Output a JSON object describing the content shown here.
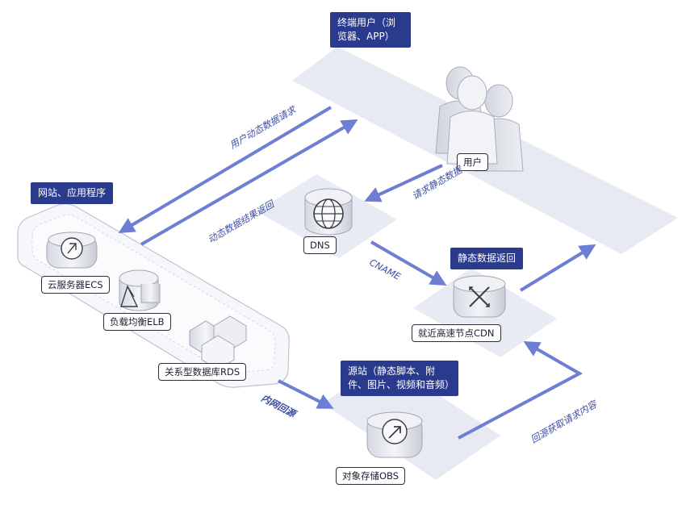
{
  "tags": {
    "end_user": "终端用户（浏览器、APP）",
    "website": "网站、应用程序",
    "static_return": "静态数据返回",
    "origin": "源站（静态脚本、附件、图片、视频和音频）"
  },
  "nodes": {
    "user": "用户",
    "dns": "DNS",
    "ecs": "云服务器ECS",
    "elb": "负载均衡ELB",
    "rds": "关系型数据库RDS",
    "cdn": "就近高速节点CDN",
    "obs": "对象存储OBS"
  },
  "annotations": {
    "dynamic_request": "用户动态数据请求",
    "dynamic_return": "动态数据结果返回",
    "static_request": "请求静态数据",
    "cname": "CNAME",
    "intranet": "内网回源",
    "back_to_origin": "回源获取请求内容"
  },
  "colors": {
    "accent": "#2a3a8c",
    "flow_arrow": "#6e7fd3",
    "plane": "#e7e9f3"
  }
}
